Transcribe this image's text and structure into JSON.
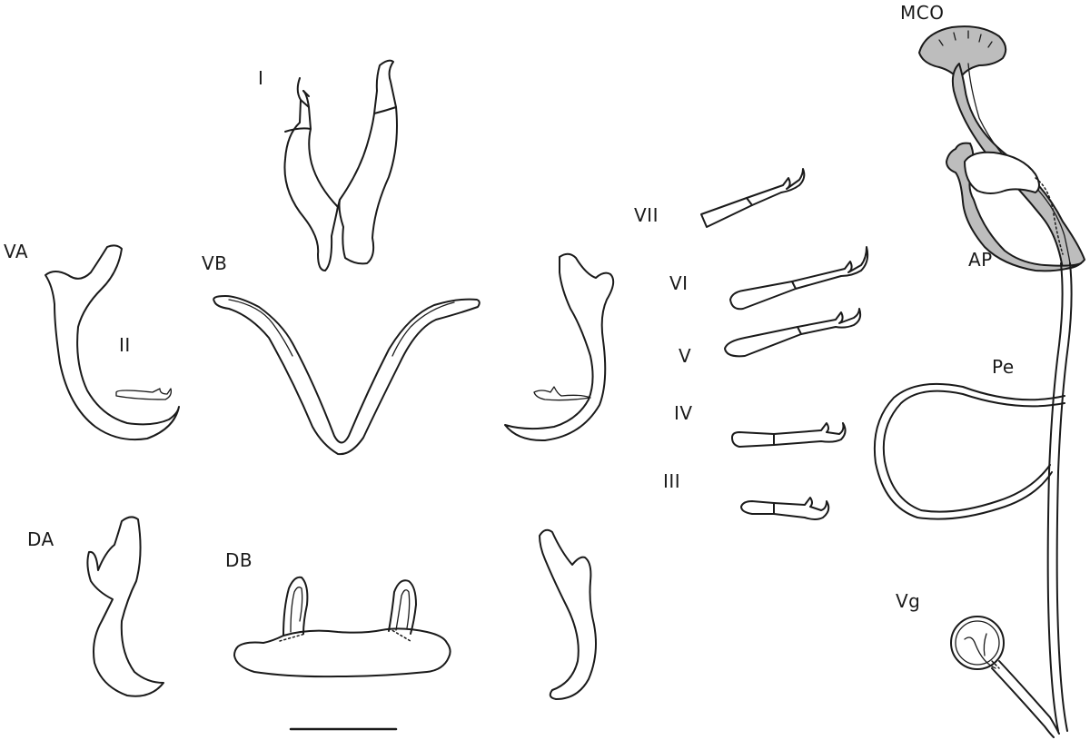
{
  "labels": {
    "I": "I",
    "VA": "VA",
    "VB": "VB",
    "II": "II",
    "DA": "DA",
    "DB": "DB",
    "VII": "VII",
    "VI": "VI",
    "V": "V",
    "IV": "IV",
    "III": "III",
    "MCO": "MCO",
    "AP": "AP",
    "Pe": "Pe",
    "Vg": "Vg"
  },
  "colors": {
    "line": "#1a1a1a",
    "shade": "#bdbdbd",
    "background": "#ffffff"
  }
}
